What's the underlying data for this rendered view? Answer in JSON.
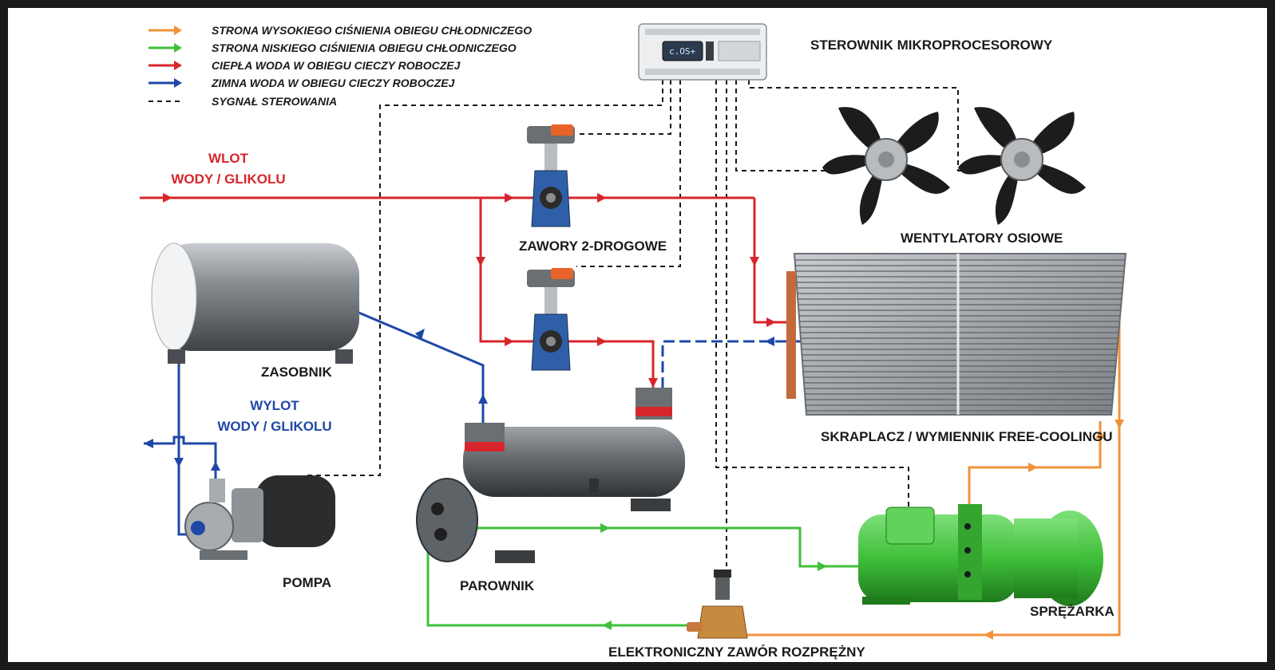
{
  "colors": {
    "high_pressure": "#f0923a",
    "low_pressure": "#3fbf3a",
    "hot_water": "#d7262b",
    "cold_water": "#1f47a8",
    "control": "#1a1a1a"
  },
  "legend": [
    {
      "style": "orange-arrow",
      "label": "STRONA WYSOKIEGO CIŚNIENIA OBIEGU CHŁODNICZEGO"
    },
    {
      "style": "green-arrow",
      "label": "STRONA NISKIEGO CIŚNIENIA OBIEGU CHŁODNICZEGO"
    },
    {
      "style": "red-arrow",
      "label": "CIEPŁA WODA W OBIEGU CIECZY ROBOCZEJ"
    },
    {
      "style": "blue-arrow",
      "label": "ZIMNA WODA W OBIEGU CIECZY ROBOCZEJ"
    },
    {
      "style": "dashed-line",
      "label": "SYGNAŁ STEROWANIA"
    }
  ],
  "labels": {
    "controller": "STEROWNIK MIKROPROCESOROWY",
    "controller_display": "c.OS+",
    "inlet_line1": "WLOT",
    "inlet_line2": "WODY / GLIKOLU",
    "outlet_line1": "WYLOT",
    "outlet_line2": "WODY / GLIKOLU",
    "valves": "ZAWORY 2-DROGOWE",
    "fans": "WENTYLATORY OSIOWE",
    "tank": "ZASOBNIK",
    "condenser": "SKRAPLACZ / WYMIENNIK FREE-COOLINGU",
    "pump": "POMPA",
    "evaporator": "PAROWNIK",
    "compressor": "SPRĘŻARKA",
    "expansion_valve": "ELEKTRONICZNY ZAWÓR ROZPRĘŻNY"
  }
}
